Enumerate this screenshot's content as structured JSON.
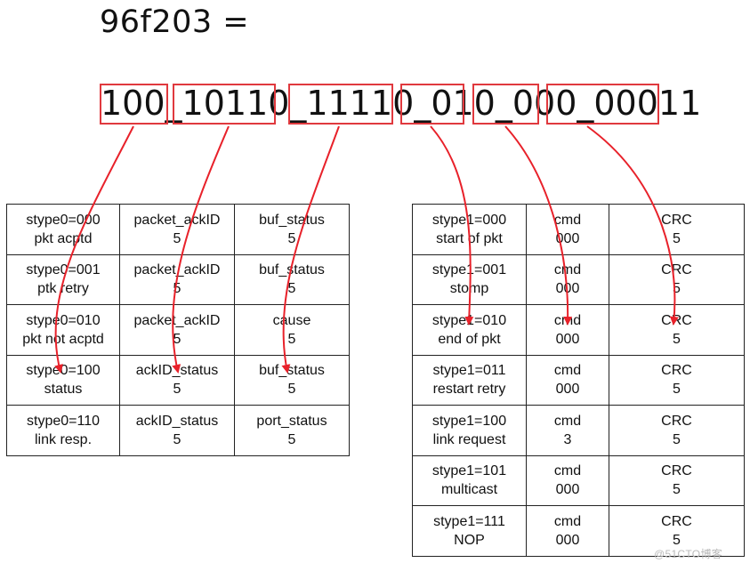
{
  "title": "96f203 =",
  "binary_parts": [
    "100",
    "_",
    "10110",
    "_",
    "11110",
    "_",
    "010",
    "_",
    "000",
    "_",
    "00011"
  ],
  "left_table": [
    [
      [
        "stype0=000",
        "pkt acptd"
      ],
      [
        "packet_ackID",
        "5"
      ],
      [
        "buf_status",
        "5"
      ]
    ],
    [
      [
        "stype0=001",
        "ptk retry"
      ],
      [
        "packet_ackID",
        "5"
      ],
      [
        "buf_status",
        "5"
      ]
    ],
    [
      [
        "stype0=010",
        "pkt not acptd"
      ],
      [
        "packet_ackID",
        "5"
      ],
      [
        "cause",
        "5"
      ]
    ],
    [
      [
        "stype0=100",
        "status"
      ],
      [
        "ackID_status",
        "5"
      ],
      [
        "buf_status",
        "5"
      ]
    ],
    [
      [
        "stype0=110",
        "link resp."
      ],
      [
        "ackID_status",
        "5"
      ],
      [
        "port_status",
        "5"
      ]
    ]
  ],
  "right_table": [
    [
      [
        "stype1=000",
        "start of pkt"
      ],
      [
        "cmd",
        "000"
      ],
      [
        "CRC",
        "5"
      ]
    ],
    [
      [
        "stype1=001",
        "stomp"
      ],
      [
        "cmd",
        "000"
      ],
      [
        "CRC",
        "5"
      ]
    ],
    [
      [
        "stype1=010",
        "end of pkt"
      ],
      [
        "cmd",
        "000"
      ],
      [
        "CRC",
        "5"
      ]
    ],
    [
      [
        "stype1=011",
        "restart retry"
      ],
      [
        "cmd",
        "000"
      ],
      [
        "CRC",
        "5"
      ]
    ],
    [
      [
        "stype1=100",
        "link request"
      ],
      [
        "cmd",
        "3"
      ],
      [
        "CRC",
        "5"
      ]
    ],
    [
      [
        "stype1=101",
        "multicast"
      ],
      [
        "cmd",
        "000"
      ],
      [
        "CRC",
        "5"
      ]
    ],
    [
      [
        "stype1=111",
        "NOP"
      ],
      [
        "cmd",
        "000"
      ],
      [
        "CRC",
        "5"
      ]
    ]
  ],
  "colors": {
    "highlight": "#e0393e",
    "arrow": "#e8212a",
    "border": "#222222"
  },
  "watermark": "@51CTO博客"
}
